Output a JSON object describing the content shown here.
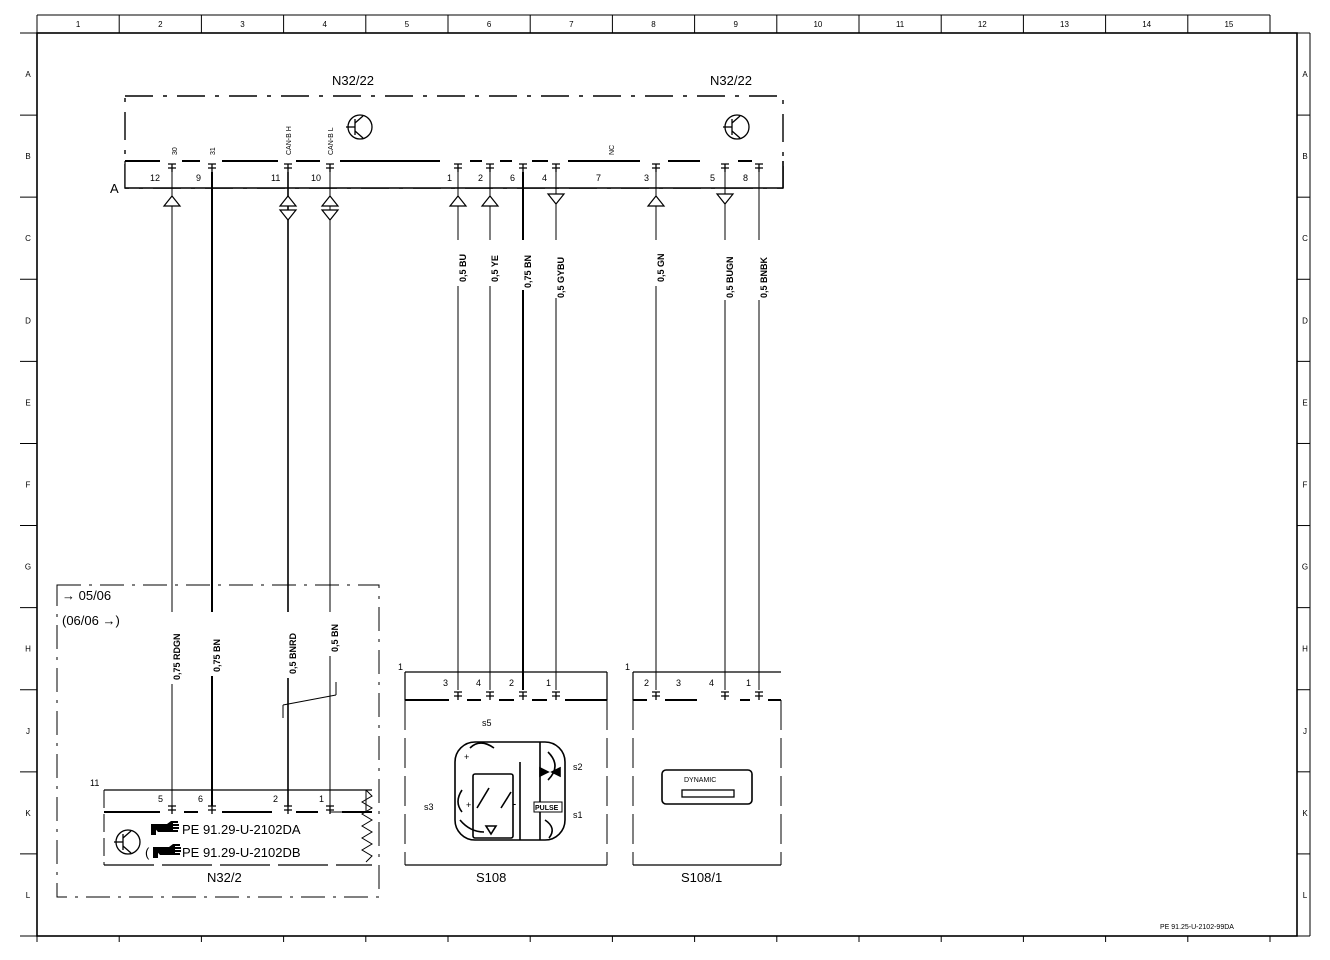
{
  "frame": {
    "columns": [
      "1",
      "2",
      "3",
      "4",
      "5",
      "6",
      "7",
      "8",
      "9",
      "10",
      "11",
      "12",
      "13",
      "14",
      "15"
    ],
    "rows": [
      "A",
      "B",
      "C",
      "D",
      "E",
      "F",
      "G",
      "H",
      "J",
      "K",
      "L"
    ],
    "doc_number": "PE 91.25-U-2102-99DA"
  },
  "n32_22": {
    "label_left": "N32/22",
    "label_right": "N32/22",
    "connector": "A",
    "pin_names": [
      "30",
      "31",
      "CAN-B H",
      "CAN-B L",
      "NC"
    ],
    "pins": [
      "12",
      "9",
      "11",
      "10",
      "1",
      "2",
      "6",
      "4",
      "7",
      "3",
      "5",
      "8"
    ]
  },
  "wires": {
    "upper": [
      "0,5 BU",
      "0,5 YE",
      "0,75 BN",
      "0,5 GYBU",
      "0,5 GN",
      "0,5 BUGN",
      "0,5 BNBK"
    ],
    "lower": [
      "0,75 RDGN",
      "0,75 BN",
      "0,5 BNRD",
      "0,5 BN"
    ]
  },
  "n32_2": {
    "label": "N32/2",
    "connector": "11",
    "validity_1": "→ 05/06",
    "validity_2": "(06/06     →)",
    "pins": [
      "5",
      "6",
      "2",
      "1"
    ],
    "ref_1": "PE 91.29-U-2102DA",
    "ref_2": "PE 91.29-U-2102DB",
    "ref_2_prefix": "("
  },
  "s108": {
    "label": "S108",
    "connector": "1",
    "pins": [
      "3",
      "4",
      "2",
      "1"
    ],
    "switches": [
      "s5",
      "s2",
      "s3",
      "s1"
    ],
    "pulse": "PULSE",
    "plus": "+",
    "minus": "-"
  },
  "s108_1": {
    "label": "S108/1",
    "connector": "1",
    "pins": [
      "2",
      "3",
      "4",
      "1"
    ],
    "button": "DYNAMIC"
  }
}
